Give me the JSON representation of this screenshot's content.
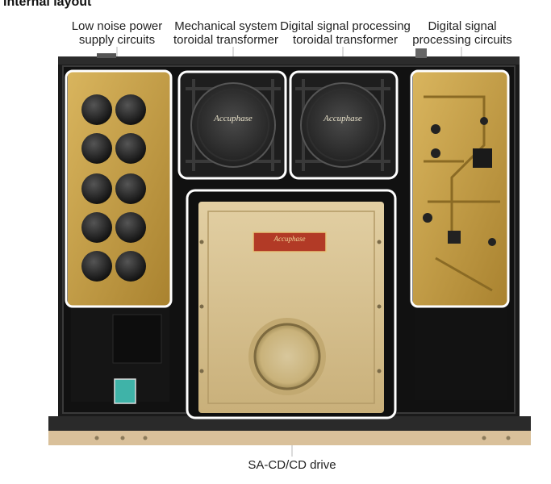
{
  "title": "Internal layout",
  "callouts": [
    {
      "line1": "Low noise power",
      "line2": "supply circuits"
    },
    {
      "line1": "Mechanical system",
      "line2": "toroidal transformer"
    },
    {
      "line1": "Digital signal processing",
      "line2": "toroidal transformer"
    },
    {
      "line1": "Digital signal",
      "line2": "processing circuits"
    },
    {
      "line1": "SA-CD/CD drive"
    }
  ],
  "brand": "Accuphase"
}
